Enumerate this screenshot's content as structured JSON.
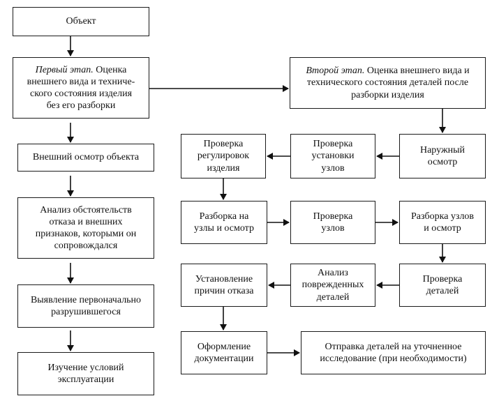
{
  "left": {
    "object": "Объект",
    "stage1_italic": "Первый этап.",
    "stage1_rest": " Оценка\nвнешнего вида и техниче-\nского состояния изделия\nбез его разборки",
    "external_inspection": "Внешний осмотр объекта",
    "failure_analysis": "Анализ обстоятельств\nотказа и внешних\nпризнаков, которыми он\nсопровождался",
    "first_destroyed": "Выявление первоначально\nразрушившегося",
    "operating_conditions": "Изучение условий\nэксплуатации"
  },
  "right": {
    "stage2_italic": "Второй этап.",
    "stage2_rest": " Оценка внешнего вида и\nтехнического состояния деталей после\nразборки изделия",
    "outer_inspection": "Наружный\nосмотр",
    "check_installation": "Проверка\nустановки\nузлов",
    "check_adjustments": "Проверка\nрегулировок\nизделия",
    "disassembly_units": "Разборка на\nузлы и осмотр",
    "check_units": "Проверка\nузлов",
    "disassembly_units_inspect": "Разборка узлов\nи осмотр",
    "check_parts": "Проверка\nдеталей",
    "damaged_analysis": "Анализ\nповрежденных\nдеталей",
    "failure_causes": "Установление\nпричин отказа",
    "documentation": "Оформление\nдокументации",
    "send_parts": "Отправка деталей на уточненное\nисследование (при необходимости)"
  }
}
